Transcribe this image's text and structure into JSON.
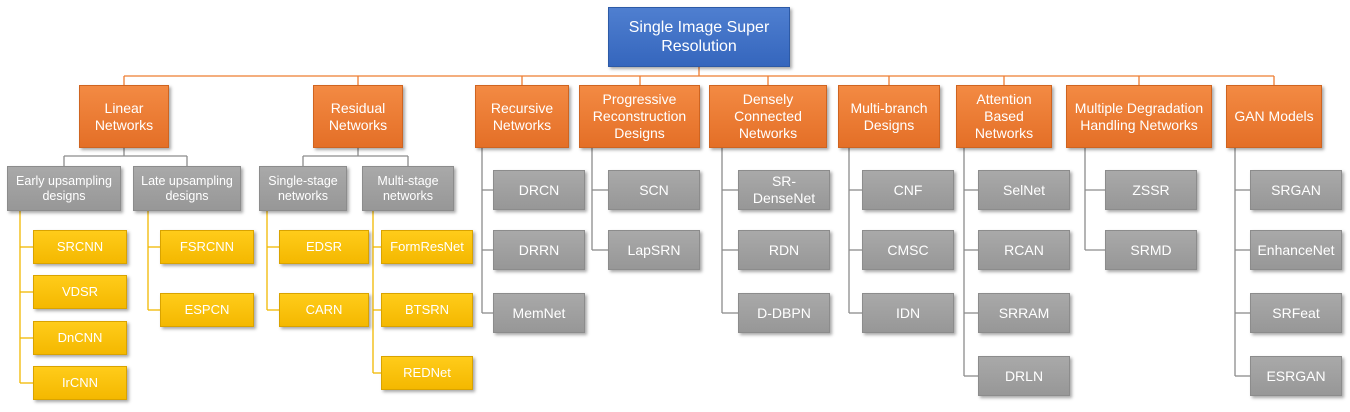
{
  "root": "Single Image Super Resolution",
  "categories": [
    {
      "label": "Linear Networks",
      "subgroups": [
        {
          "label": "Early upsampling designs",
          "items": [
            "SRCNN",
            "VDSR",
            "DnCNN",
            "IrCNN"
          ]
        },
        {
          "label": "Late upsampling designs",
          "items": [
            "FSRCNN",
            "ESPCN"
          ]
        }
      ]
    },
    {
      "label": "Residual Networks",
      "subgroups": [
        {
          "label": "Single-stage networks",
          "items": [
            "EDSR",
            "CARN"
          ]
        },
        {
          "label": "Multi-stage networks",
          "items": [
            "FormResNet",
            "BTSRN",
            "REDNet"
          ]
        }
      ]
    },
    {
      "label": "Recursive Networks",
      "items": [
        "DRCN",
        "DRRN",
        "MemNet"
      ]
    },
    {
      "label": "Progressive Reconstruction Designs",
      "items": [
        "SCN",
        "LapSRN"
      ]
    },
    {
      "label": "Densely Connected Networks",
      "items": [
        "SR-DenseNet",
        "RDN",
        "D-DBPN"
      ]
    },
    {
      "label": "Multi-branch Designs",
      "items": [
        "CNF",
        "CMSC",
        "IDN"
      ]
    },
    {
      "label": "Attention Based Networks",
      "items": [
        "SelNet",
        "RCAN",
        "SRRAM",
        "DRLN"
      ]
    },
    {
      "label": "Multiple Degradation Handling Networks",
      "items": [
        "ZSSR",
        "SRMD"
      ]
    },
    {
      "label": "GAN Models",
      "items": [
        "SRGAN",
        "EnhanceNet",
        "SRFeat",
        "ESRGAN"
      ]
    }
  ]
}
